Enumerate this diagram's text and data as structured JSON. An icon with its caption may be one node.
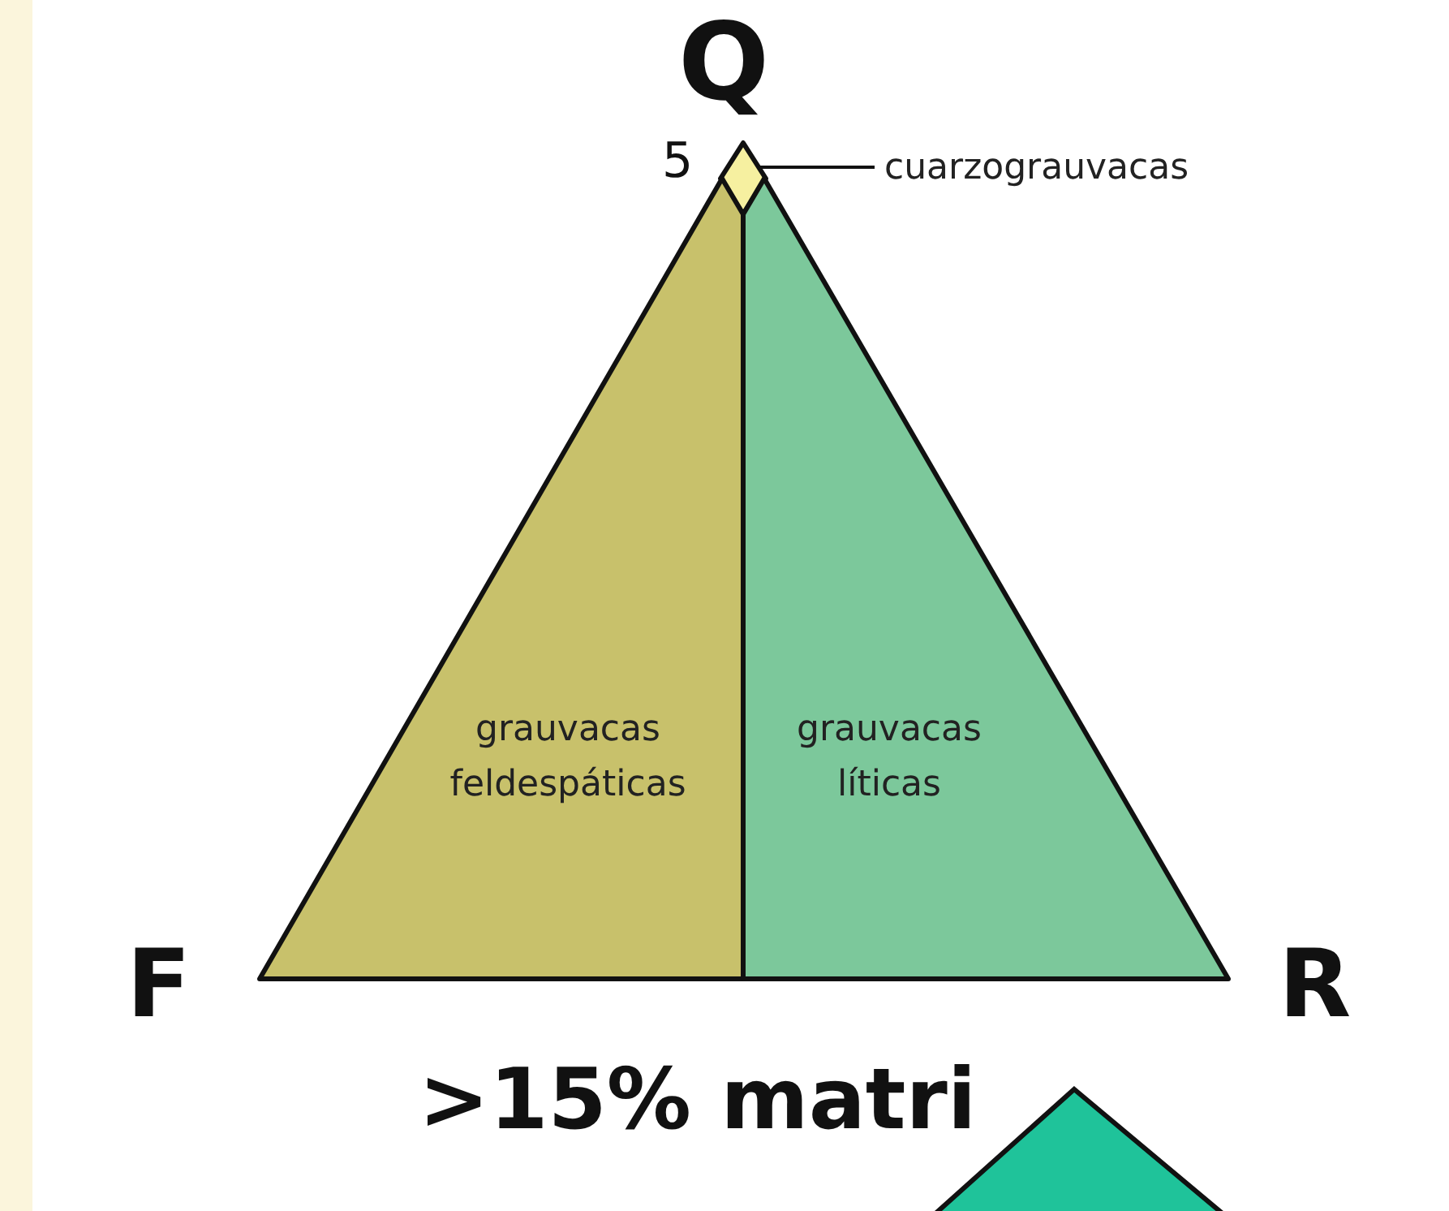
{
  "diagram": {
    "nodes": [
      {
        "text": [],
        "shape": "diamond"
      },
      {
        "text": [
          "cuarzograuvacas"
        ]
      },
      {
        "text": [
          "grauvacas feldespáticas"
        ]
      },
      {
        "text": [
          "grauvacas líticas"
        ]
      }
    ],
    "edges": [
      {
        "from": 1,
        "to": 0,
        "arrow": "none"
      }
    ],
    "labels": [
      "Q",
      "5",
      "F",
      "R",
      ">15% matri"
    ]
  }
}
